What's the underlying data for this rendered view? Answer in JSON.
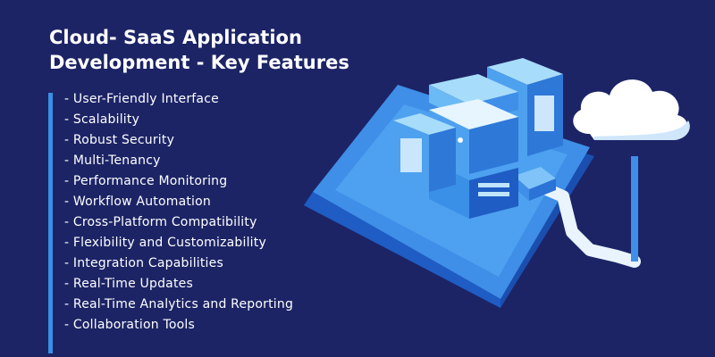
{
  "title": {
    "line1": "Cloud- SaaS Application",
    "line2": "Development - Key Features"
  },
  "features": [
    "- User-Friendly Interface",
    "- Scalability",
    "- Robust Security",
    "- Multi-Tenancy",
    "- Performance Monitoring",
    "- Workflow Automation",
    "- Cross-Platform Compatibility",
    "- Flexibility and Customizability",
    "- Integration Capabilities",
    "- Real-Time Updates",
    "- Real-Time Analytics and Reporting",
    "- Collaboration Tools"
  ],
  "colors": {
    "background": "#1c2466",
    "accent_bar": "#3a8fe6",
    "text": "#ffffff",
    "device_blue": "#3f8ee8",
    "cloud": "#ffffff"
  },
  "illustration": {
    "icons": [
      "tablet-device-icon",
      "server-icon",
      "cloud-icon",
      "cable-icon"
    ]
  }
}
